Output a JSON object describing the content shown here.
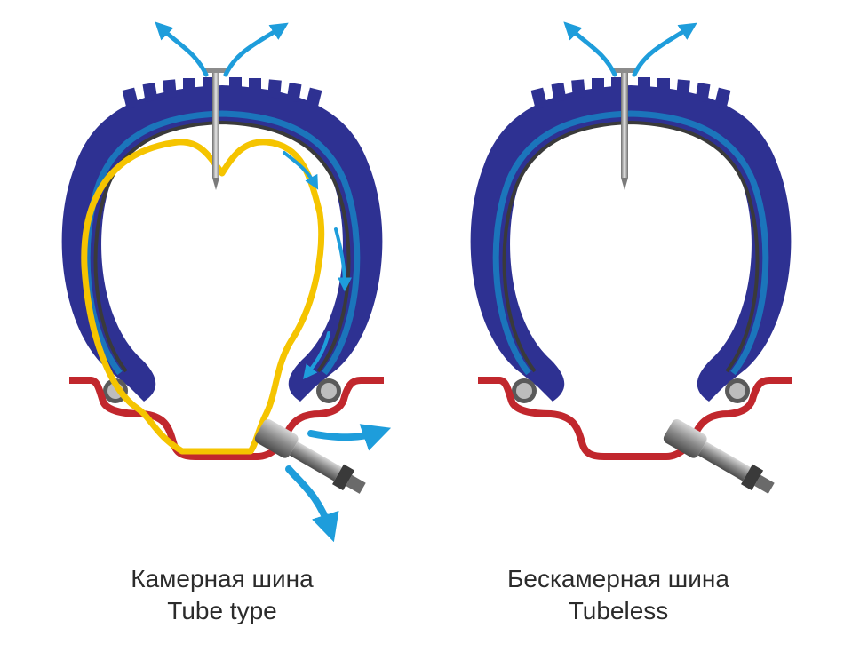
{
  "diagrams": [
    {
      "caption_ru": "Камерная шина",
      "caption_en": "Tube type",
      "has_inner_tube": true,
      "air_escape_arrows": true
    },
    {
      "caption_ru": "Бескамерная шина",
      "caption_en": "Tubeless",
      "has_inner_tube": false,
      "air_escape_arrows": false
    }
  ],
  "colors": {
    "tire_outer": "#2e3192",
    "tire_inner_layer": "#1b75bb",
    "tire_liner": "#4a4a4a",
    "inner_tube": "#f5c400",
    "rim": "#c1272d",
    "air_arrows": "#1e9ddb",
    "nail": "#9a9a9a",
    "valve": "#6d6d6d"
  }
}
